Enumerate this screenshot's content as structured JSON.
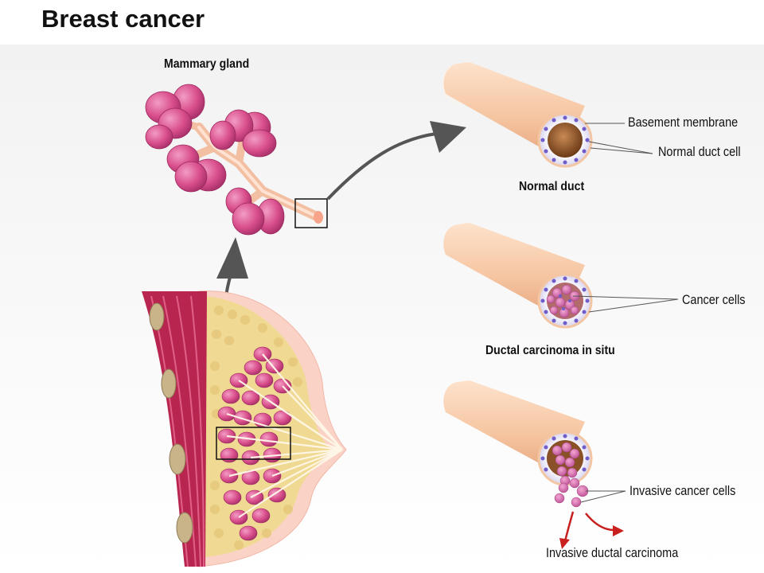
{
  "title": "Breast cancer",
  "labels": {
    "mammary_gland": "Mammary gland",
    "normal_duct": "Normal duct",
    "dcis": "Ductal carcinoma  in situ",
    "basement_membrane": "Basement membrane",
    "normal_duct_cell": "Normal duct cell",
    "cancer_cells": "Cancer cells",
    "invasive_cancer_cells": "Invasive cancer cells",
    "invasive_ductal_carcinoma": "Invasive ductal carcinoma"
  },
  "colors": {
    "lobule": "#d94f8c",
    "duct_skin": "#f6c6a2",
    "muscle": "#b8264f",
    "fat": "#f0dca0",
    "cell_dot": "#6f5cc9",
    "arrow_gray": "#555555",
    "arrow_red": "#c8201e"
  }
}
